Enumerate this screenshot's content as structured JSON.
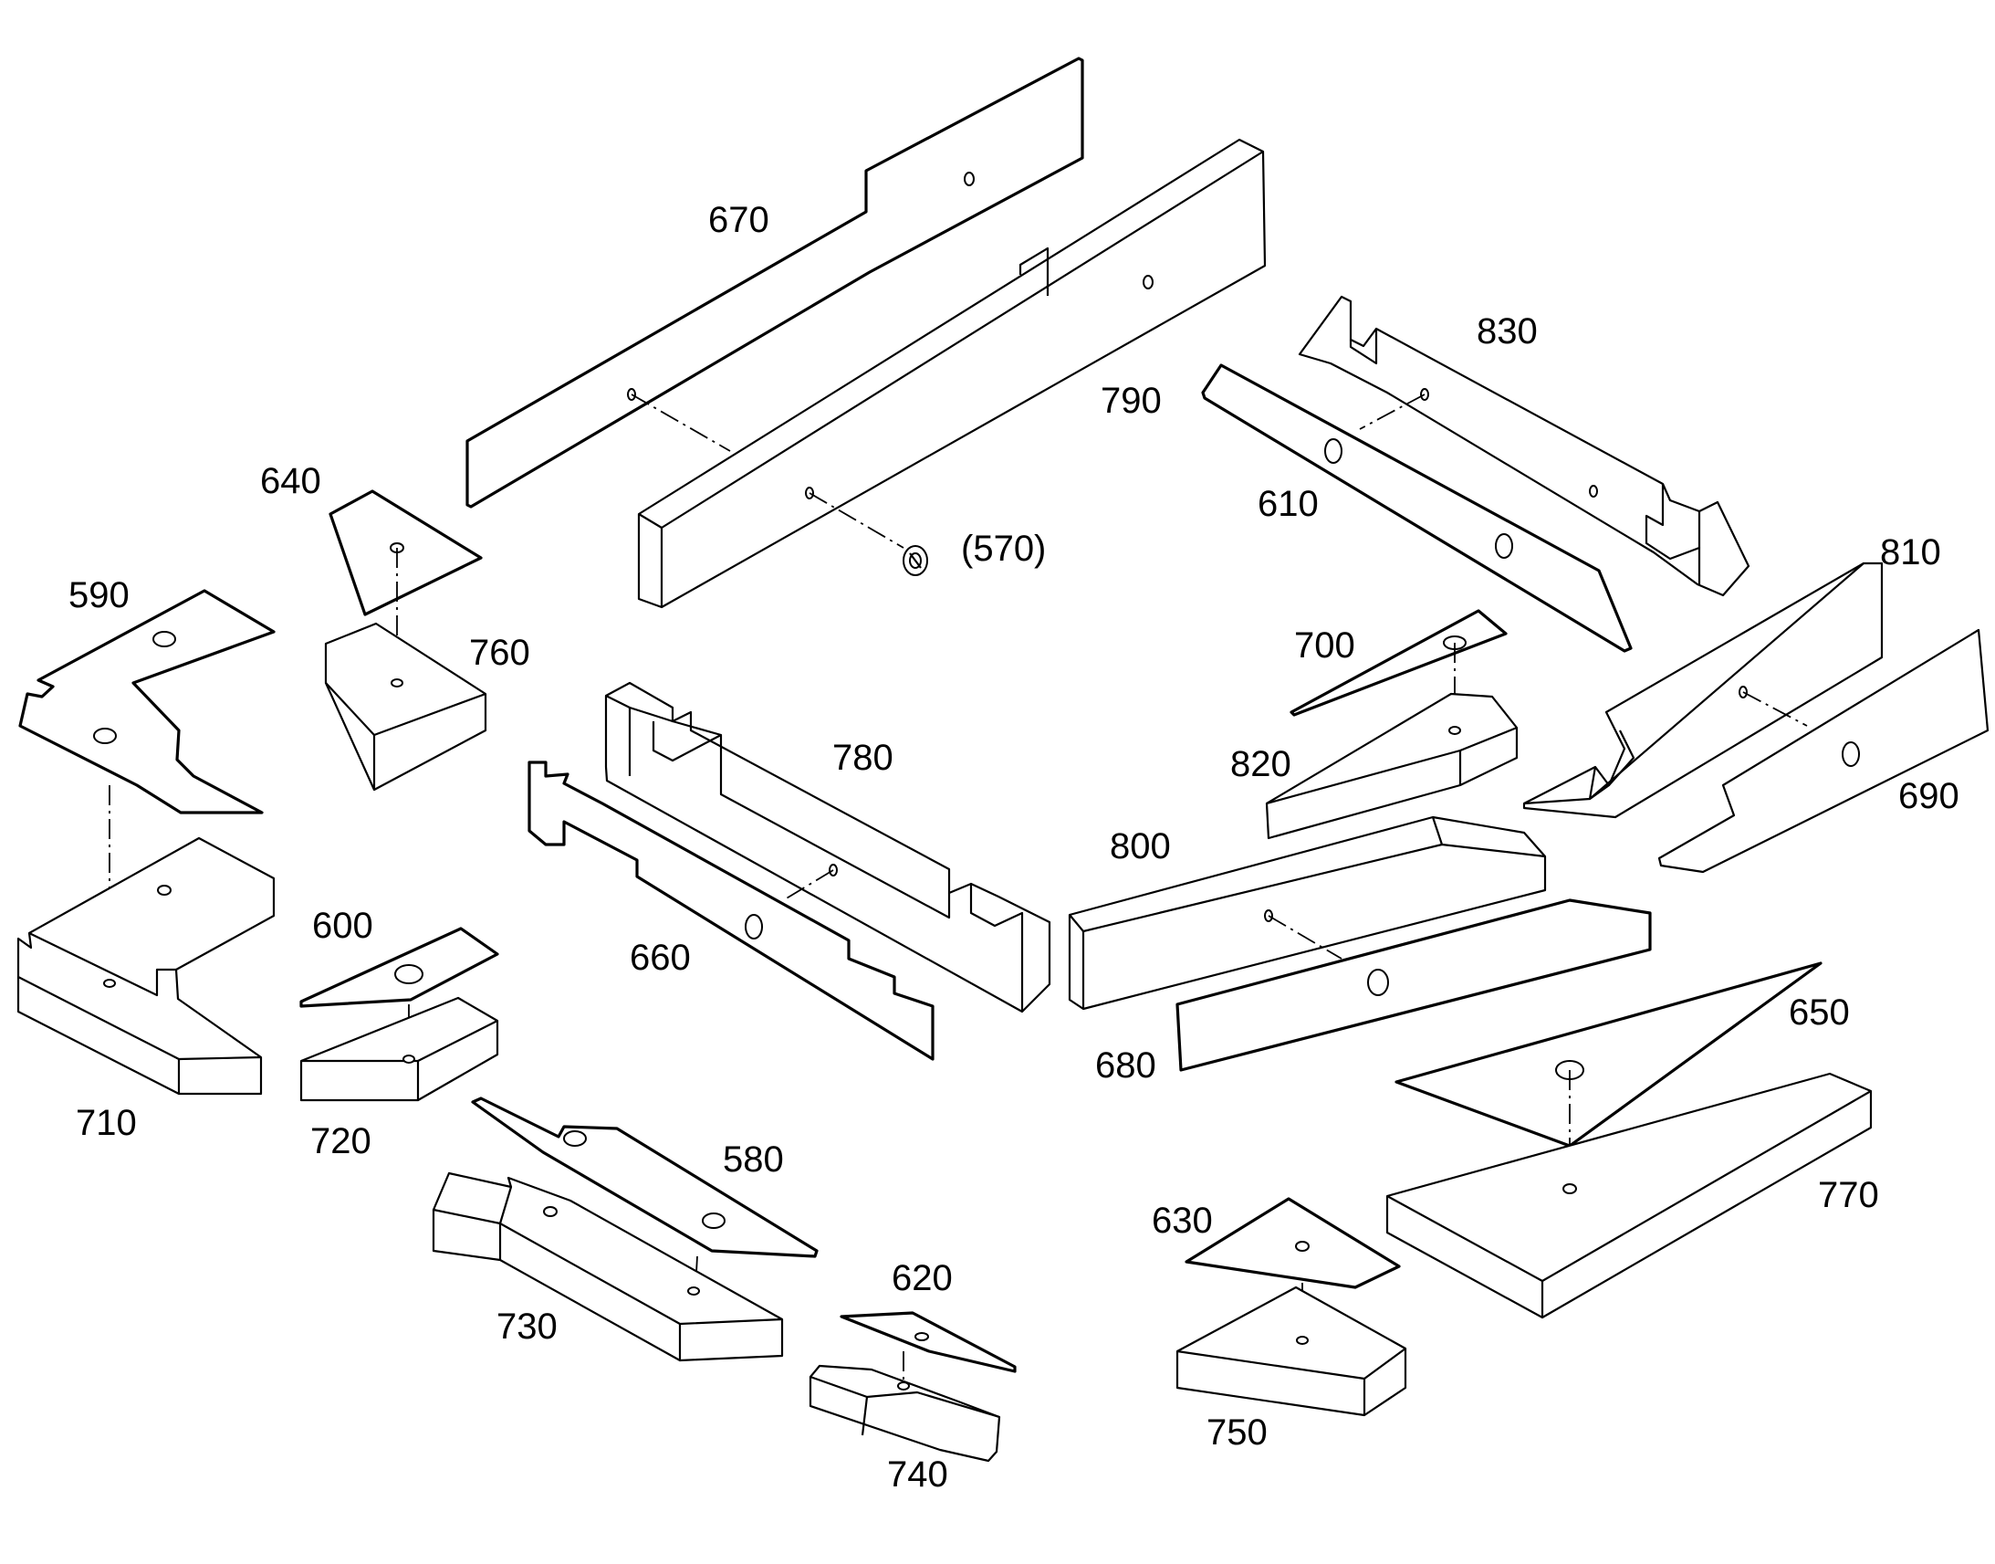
{
  "labels": {
    "p670": "670",
    "p790": "790",
    "p570": "(570)",
    "p830": "830",
    "p610": "610",
    "p640": "640",
    "p760": "760",
    "p590": "590",
    "p780": "780",
    "p700": "700",
    "p810": "810",
    "p820": "820",
    "p690": "690",
    "p800": "800",
    "p660": "660",
    "p600": "600",
    "p710": "710",
    "p720": "720",
    "p680": "680",
    "p650": "650",
    "p580": "580",
    "p770": "770",
    "p630": "630",
    "p620": "620",
    "p730": "730",
    "p750": "750",
    "p740": "740"
  }
}
